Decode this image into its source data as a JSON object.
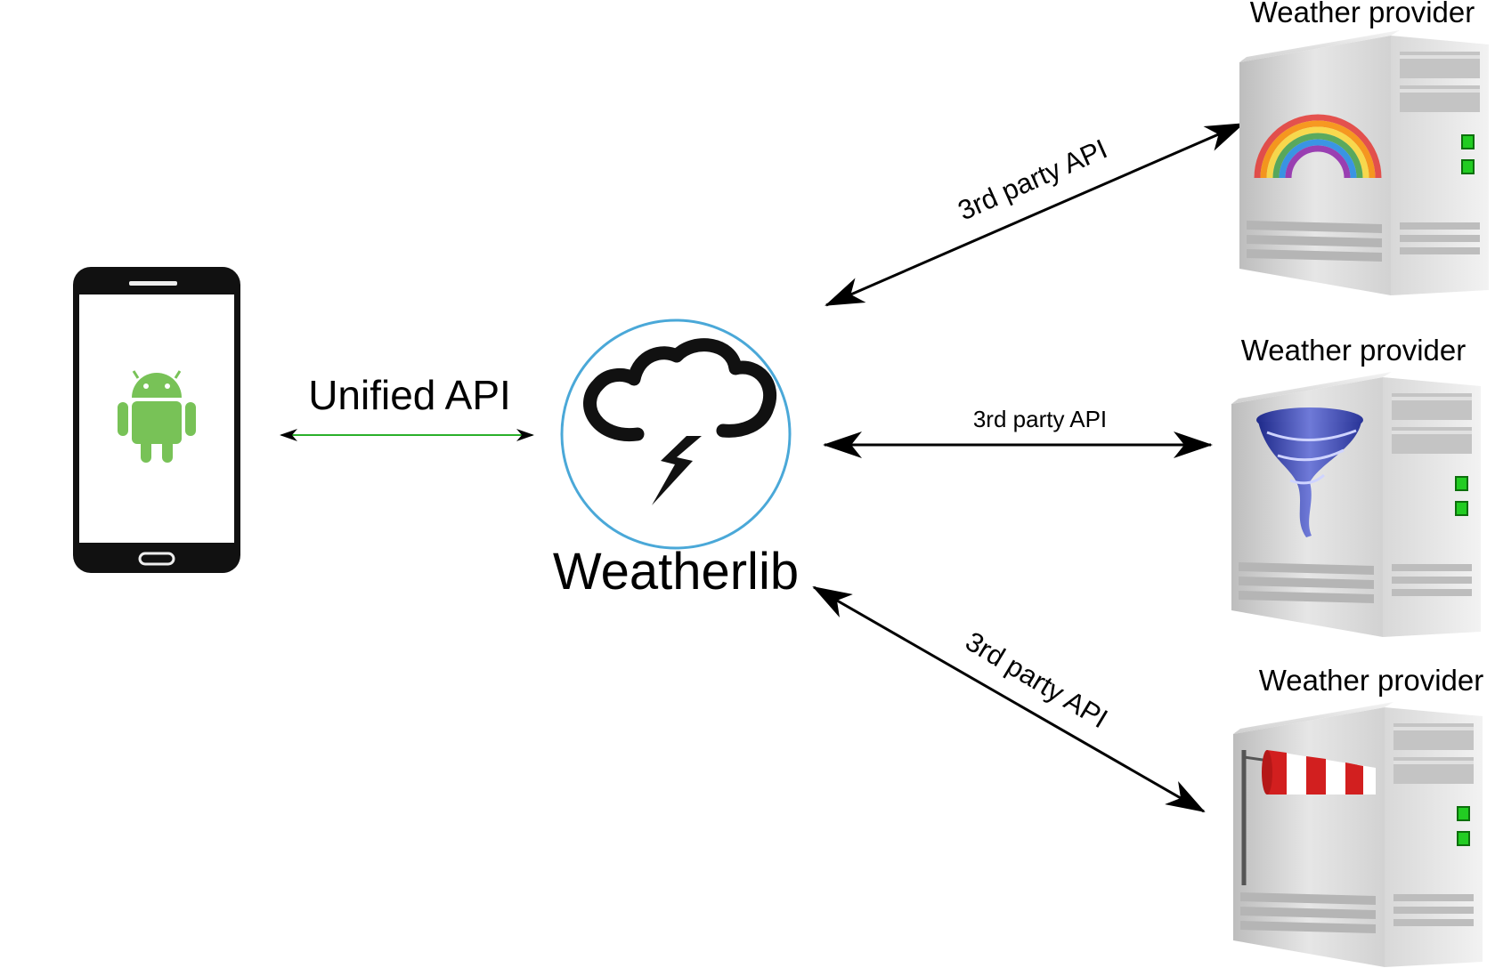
{
  "labels": {
    "unified_api": "Unified API",
    "hub": "Weatherlib"
  },
  "providers": [
    {
      "title": "Weather provider",
      "api_label": "3rd  party API",
      "icon": "rainbow-icon"
    },
    {
      "title": "Weather provider",
      "api_label": "3rd  party API",
      "icon": "tornado-icon"
    },
    {
      "title": "Weather provider",
      "api_label": "3rd  party API",
      "icon": "windsock-icon"
    }
  ],
  "colors": {
    "hub_ring": "#4aa8d8",
    "android": "#78c257",
    "unified_arrow": "#2ab02a",
    "server_led": "#22cc22",
    "windsock_red": "#d21f1f"
  }
}
